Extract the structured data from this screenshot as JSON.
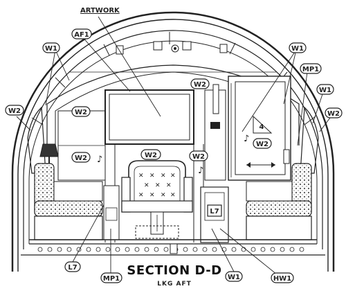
{
  "drawing": {
    "title": "SECTION D-D",
    "subtitle": "LKG AFT",
    "header_label": "ARTWORK",
    "music_glyph": "♪"
  },
  "callouts": {
    "af1": "AF1",
    "w1_top_left": "W1",
    "w1_top_right": "W1",
    "w1_right": "W1",
    "w1_bottom": "W1",
    "w2_upper_center": "W2",
    "w2_left_outer": "W2",
    "w2_left_panel": "W2",
    "w2_right_outer": "W2",
    "w2_right_door": "W2",
    "w2_mid_left": "W2",
    "w2_center": "W2",
    "w2_mid_right": "W2",
    "mp1_right": "MP1",
    "mp1_bottom": "MP1",
    "l7_bottom": "L7",
    "l7_cabinet": "L7",
    "hw1_bottom": "HW1",
    "door_number": "4"
  },
  "colors": {
    "line": "#222222",
    "background": "#ffffff"
  }
}
